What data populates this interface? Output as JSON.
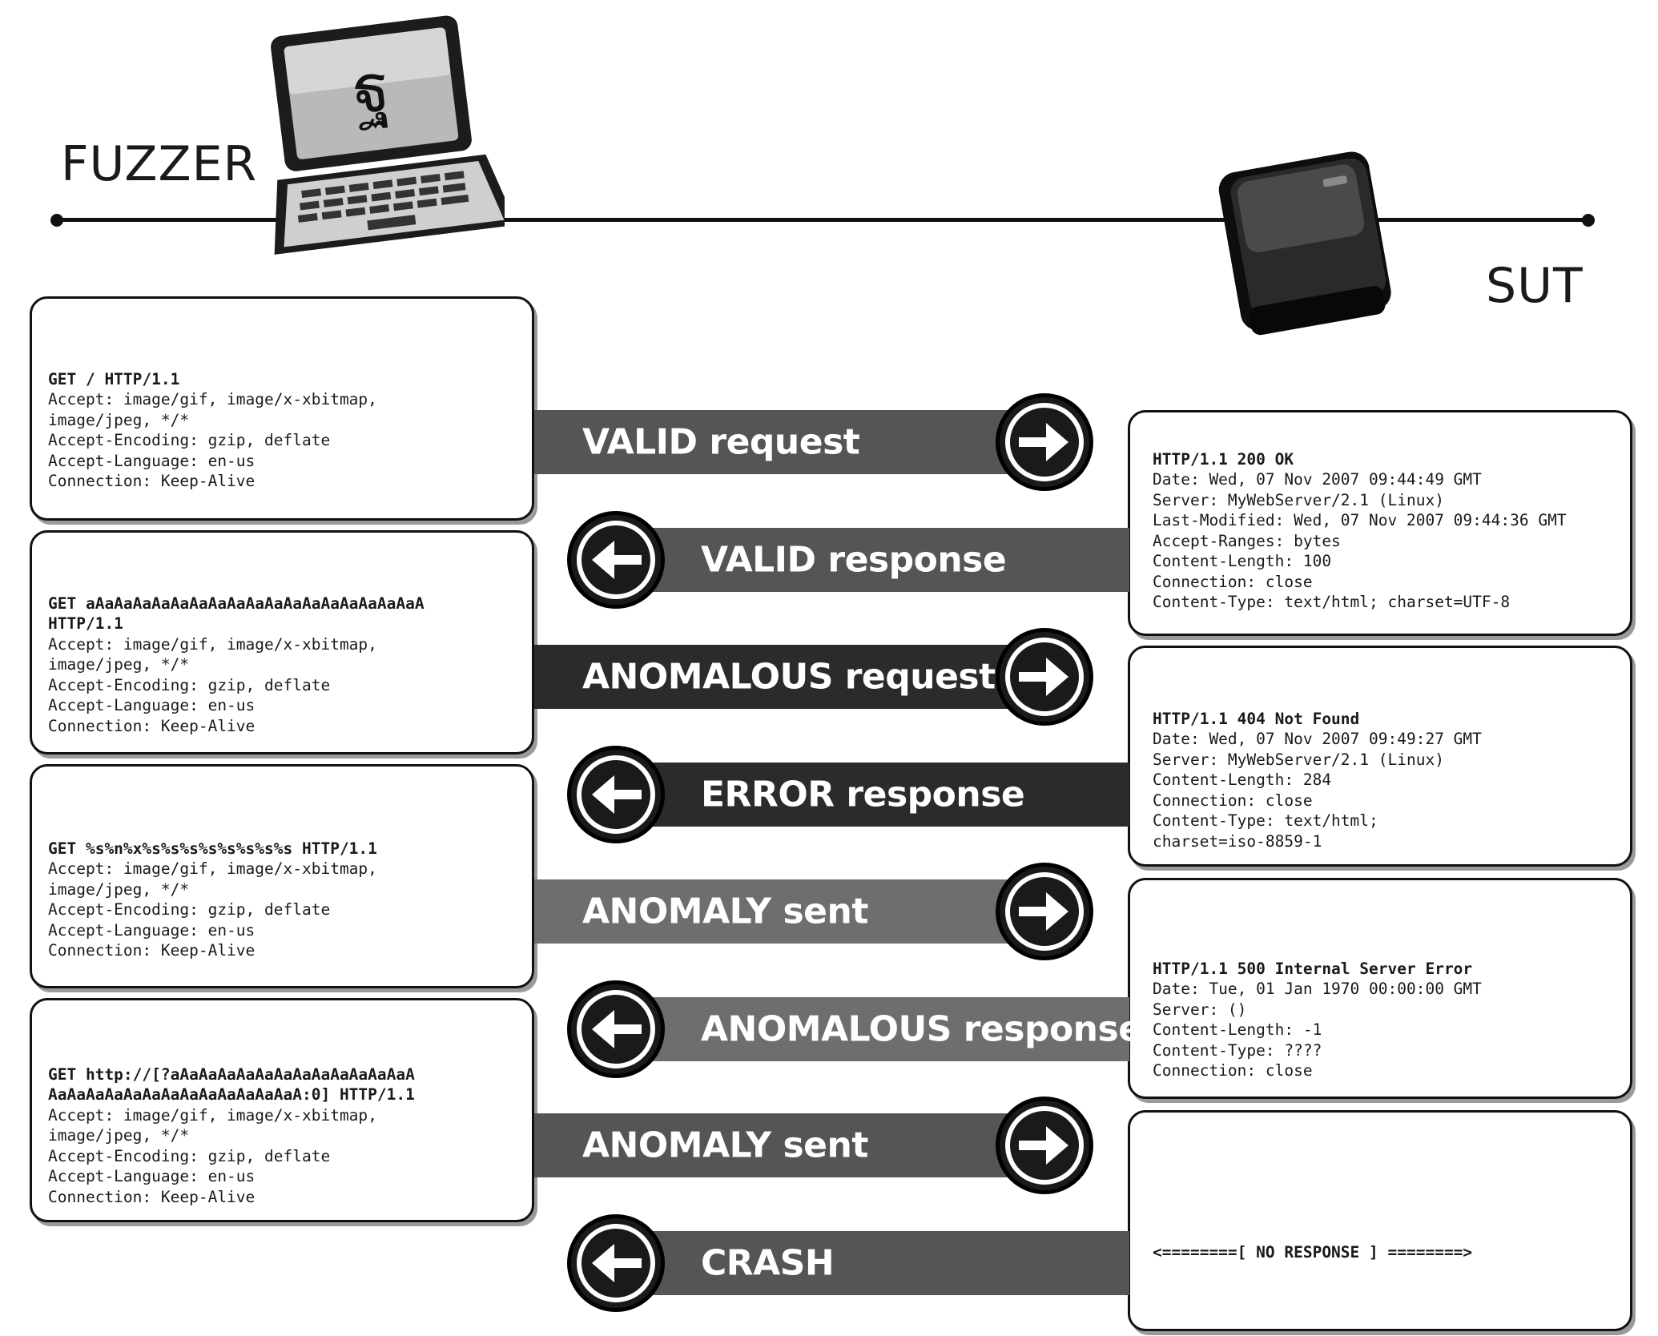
{
  "actors": {
    "fuzzer": "FUZZER",
    "sut": "SUT"
  },
  "colors": {
    "band_dark": "#2b2b2b",
    "band_mid": "#555555",
    "band_gray": "#6e6e6e",
    "ink": "#111111"
  },
  "fuzzer_requests": [
    {
      "lines": [
        "GET / HTTP/1.1",
        "Accept: image/gif, image/x-xbitmap,",
        "image/jpeg, */*",
        "Accept-Encoding: gzip, deflate",
        "Accept-Language: en-us",
        "Connection: Keep-Alive"
      ]
    },
    {
      "lines": [
        "GET aAaAaAaAaAaAaAaAaAaAaAaAaAaAaAaAaAaA",
        "HTTP/1.1",
        "Accept: image/gif, image/x-xbitmap,",
        "image/jpeg, */*",
        "Accept-Encoding: gzip, deflate",
        "Accept-Language: en-us",
        "Connection: Keep-Alive"
      ]
    },
    {
      "lines": [
        "GET %s%n%x%s%s%s%s%s%s%s%s HTTP/1.1",
        "Accept: image/gif, image/x-xbitmap,",
        "image/jpeg, */*",
        "Accept-Encoding: gzip, deflate",
        "Accept-Language: en-us",
        "Connection: Keep-Alive"
      ]
    },
    {
      "lines": [
        "GET http://[?aAaAaAaAaAaAaAaAaAaAaAaAaA",
        "AaAaAaAaAaAaAaAaAaAaAaAaAaA:0] HTTP/1.1",
        "Accept: image/gif, image/x-xbitmap,",
        "image/jpeg, */*",
        "Accept-Encoding: gzip, deflate",
        "Accept-Language: en-us",
        "Connection: Keep-Alive"
      ]
    }
  ],
  "sut_responses": [
    {
      "lines": [
        "HTTP/1.1 200 OK",
        "Date: Wed, 07 Nov 2007 09:44:49 GMT",
        "Server: MyWebServer/2.1 (Linux)",
        "Last-Modified: Wed, 07 Nov 2007 09:44:36 GMT",
        "Accept-Ranges: bytes",
        "Content-Length: 100",
        "Connection: close",
        "Content-Type: text/html; charset=UTF-8"
      ]
    },
    {
      "lines": [
        "HTTP/1.1 404 Not Found",
        "Date: Wed, 07 Nov 2007 09:49:27 GMT",
        "Server: MyWebServer/2.1 (Linux)",
        "Content-Length: 284",
        "Connection: close",
        "Content-Type: text/html;",
        "charset=iso-8859-1"
      ]
    },
    {
      "lines": [
        "HTTP/1.1 500 Internal Server Error",
        "Date: Tue, 01 Jan 1970 00:00:00 GMT",
        "Server: ()",
        "Content-Length: -1",
        "Content-Type: ????",
        "Connection: close"
      ]
    },
    {
      "lines": [
        "<========[ NO RESPONSE ] ========>"
      ]
    }
  ],
  "arrows": [
    {
      "label": "VALID request",
      "direction": "right",
      "shade": "band_mid"
    },
    {
      "label": "VALID response",
      "direction": "left",
      "shade": "band_mid"
    },
    {
      "label": "ANOMALOUS request",
      "direction": "right",
      "shade": "band_dark"
    },
    {
      "label": "ERROR response",
      "direction": "left",
      "shade": "band_dark"
    },
    {
      "label": "ANOMALY sent",
      "direction": "right",
      "shade": "band_gray"
    },
    {
      "label": "ANOMALOUS response",
      "direction": "left",
      "shade": "band_gray"
    },
    {
      "label": "ANOMALY sent",
      "direction": "right",
      "shade": "band_mid"
    },
    {
      "label": "CRASH",
      "direction": "left",
      "shade": "band_mid"
    }
  ]
}
